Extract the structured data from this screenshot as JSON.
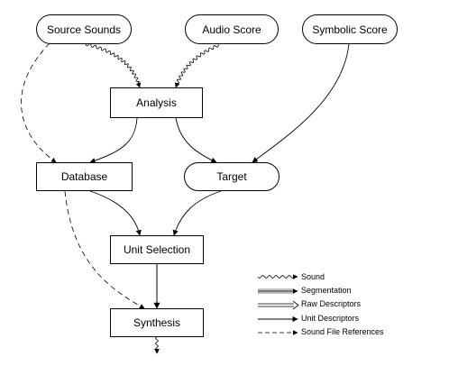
{
  "nodes": {
    "source_sounds": "Source Sounds",
    "audio_score": "Audio Score",
    "symbolic_score": "Symbolic Score",
    "analysis": "Analysis",
    "database": "Database",
    "target": "Target",
    "unit_selection": "Unit Selection",
    "synthesis": "Synthesis"
  },
  "legend": {
    "sound": "Sound",
    "segmentation": "Segmentation",
    "raw_descriptors": "Raw Descriptors",
    "unit_descriptors": "Unit Descriptors",
    "sound_file_references": "Sound File References"
  }
}
